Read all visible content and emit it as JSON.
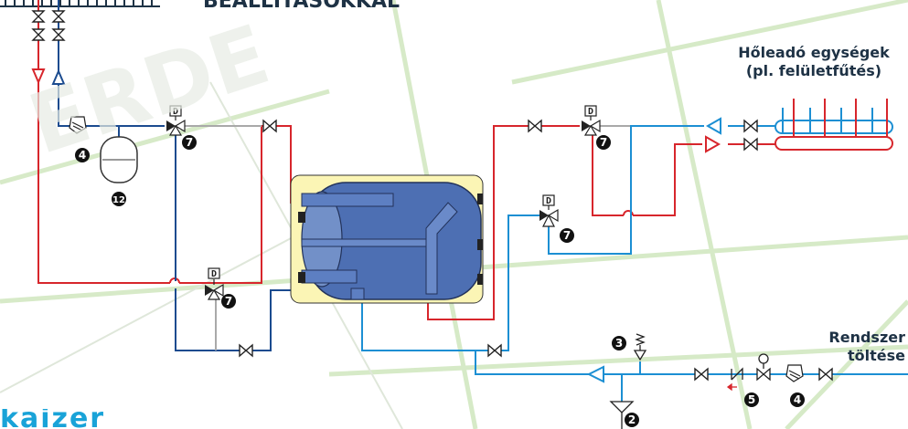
{
  "header": {
    "title": "BEÁLLÍTÁSOKKAL"
  },
  "brand": {
    "text": "kaizer"
  },
  "watermark": {
    "text": "ERDE"
  },
  "labels": {
    "heat_emitters_line1": "Hőleadó egységek",
    "heat_emitters_line2": "(pl. felületfűtés)",
    "system_fill_line1": "Rendszer",
    "system_fill_line2": "töltése"
  },
  "valve_marker": "D",
  "numbers": {
    "n2": "2",
    "n3": "3",
    "n4a": "4",
    "n4b": "4",
    "n5": "5",
    "n7a": "7",
    "n7b": "7",
    "n7c": "7",
    "n7d": "7",
    "n12": "12"
  },
  "colors": {
    "hot_pipe": "#d7262c",
    "cold_pipe": "#1c8fd3",
    "dark_pipe": "#1b4b8f",
    "grey_pipe": "#a9a9a9",
    "tank_body": "#4d6fb3",
    "tank_jacket": "#fbf5b5",
    "grid_lines": "#bcd8a8"
  }
}
